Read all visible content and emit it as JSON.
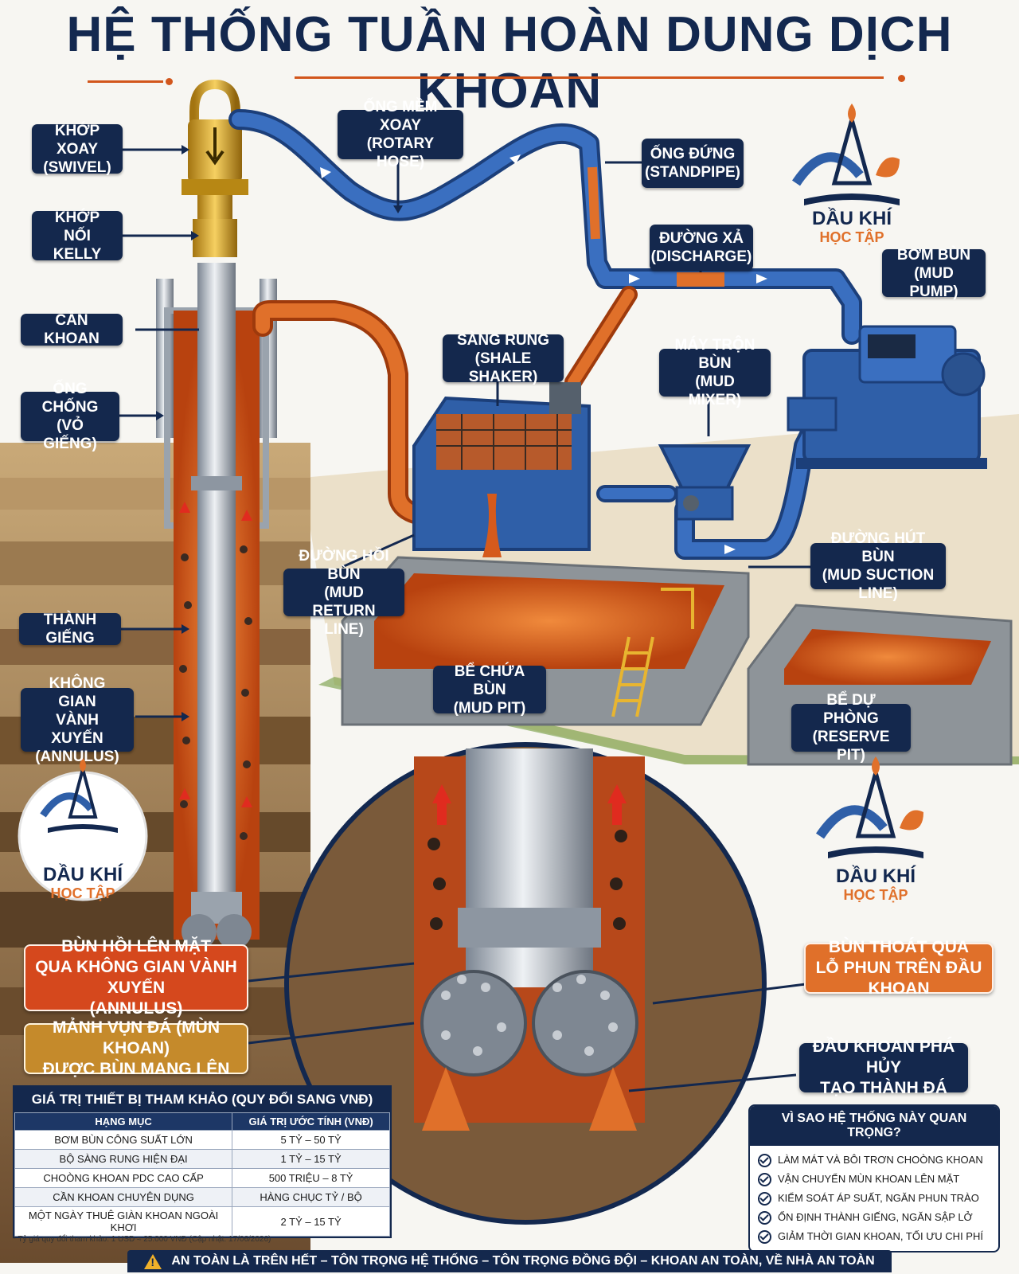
{
  "title": "HỆ THỐNG TUẦN HOÀN DUNG DỊCH KHOAN",
  "labels": {
    "swivel": [
      "KHỚP XOAY",
      "(SWIVEL)"
    ],
    "kelly": [
      "KHỚP NỐI",
      "KELLY"
    ],
    "drill_pipe": [
      "CẦN KHOAN"
    ],
    "casing": [
      "ỐNG CHỐNG",
      "(VỎ GIẾNG)"
    ],
    "rotary_hose": [
      "ỐNG MỀM XOAY",
      "(ROTARY HOSE)"
    ],
    "standpipe": [
      "ỐNG ĐỨNG",
      "(STANDPIPE)"
    ],
    "discharge": [
      "ĐƯỜNG XẢ",
      "(DISCHARGE)"
    ],
    "mud_pump": [
      "BƠM BÙN",
      "(MUD PUMP)"
    ],
    "shale_shaker": [
      "SÀNG RUNG",
      "(SHALE SHAKER)"
    ],
    "mud_mixer": [
      "MÁY TRỘN BÙN",
      "(MUD MIXER)"
    ],
    "mud_suction": [
      "ĐƯỜNG HÚT BÙN",
      "(MUD SUCTION LINE)"
    ],
    "mud_return": [
      "ĐƯỜNG HỒI BÙN",
      "(MUD RETURN LINE)"
    ],
    "mud_pit": [
      "BỂ CHỨA BÙN",
      "(MUD PIT)"
    ],
    "reserve_pit": [
      "BỂ DỰ PHÒNG",
      "(RESERVE PIT)"
    ],
    "wellbore_wall": [
      "THÀNH GIẾNG"
    ],
    "annulus": [
      "KHÔNG GIAN",
      "VÀNH XUYẾN",
      "(ANNULUS)"
    ]
  },
  "callouts": {
    "mud_return_annulus": [
      "BÙN HỒI LÊN MẶT",
      "QUA KHÔNG GIAN VÀNH XUYẾN",
      "(ANNULUS)"
    ],
    "cuttings": [
      "MẢNH VỤN ĐÁ (MÙN KHOAN)",
      "ĐƯỢC BÙN MANG LÊN"
    ],
    "jet_nozzles": [
      "BÙN THOÁT QUA",
      "LỖ PHUN TRÊN ĐẦU KHOAN"
    ],
    "bit_breaks": [
      "ĐẦU KHOAN PHÁ HỦY",
      "TẠO THÀNH ĐÁ"
    ]
  },
  "logo": {
    "name": "DẦU KHÍ",
    "sub": "HỌC TẬP"
  },
  "cost_table": {
    "title": "GIÁ TRỊ THIẾT BỊ THAM KHẢO (QUY ĐỔI SANG VNĐ)",
    "headers": [
      "HẠNG MỤC",
      "GIÁ TRỊ ƯỚC TÍNH (VNĐ)"
    ],
    "rows": [
      [
        "BƠM BÙN CÔNG SUẤT LỚN",
        "5 TỶ – 50 TỶ"
      ],
      [
        "BỘ SÀNG RUNG HIỆN ĐẠI",
        "1 TỶ – 15 TỶ"
      ],
      [
        "CHOÒNG KHOAN PDC CAO CẤP",
        "500 TRIỆU – 8 TỶ"
      ],
      [
        "CẦN KHOAN CHUYÊN DỤNG",
        "HÀNG CHỤC TỶ / BỘ"
      ],
      [
        "MỘT NGÀY THUÊ GIÀN KHOAN NGOÀI KHƠI",
        "2 TỶ – 15 TỶ"
      ]
    ],
    "note": "* Tỷ giá quy đổi tham khảo: 1 USD ≈ 25.000 VNĐ (Cập nhật: 17/06/2026)"
  },
  "why": {
    "title": "VÌ SAO HỆ THỐNG NÀY QUAN TRỌNG?",
    "items": [
      "LÀM MÁT VÀ BÔI TRƠN CHOÒNG KHOAN",
      "VẬN CHUYỂN MÙN KHOAN LÊN MẶT",
      "KIỂM SOÁT ÁP SUẤT, NGĂN PHUN TRÀO",
      "ỔN ĐỊNH THÀNH GIẾNG, NGĂN SẬP LỞ",
      "GIẢM THỜI GIAN KHOAN, TỐI ƯU CHI PHÍ"
    ]
  },
  "footer": "AN TOÀN LÀ TRÊN HẾT – TÔN TRỌNG HỆ THỐNG – TÔN TRỌNG ĐỒNG ĐỘI – KHOAN AN TOÀN, VỀ NHÀ AN TOÀN",
  "colors": {
    "navy": "#14284d",
    "mud_orange": "#d2561c",
    "pipe_blue": "#2f5fa8",
    "earth_brown": "#8a6a45"
  }
}
